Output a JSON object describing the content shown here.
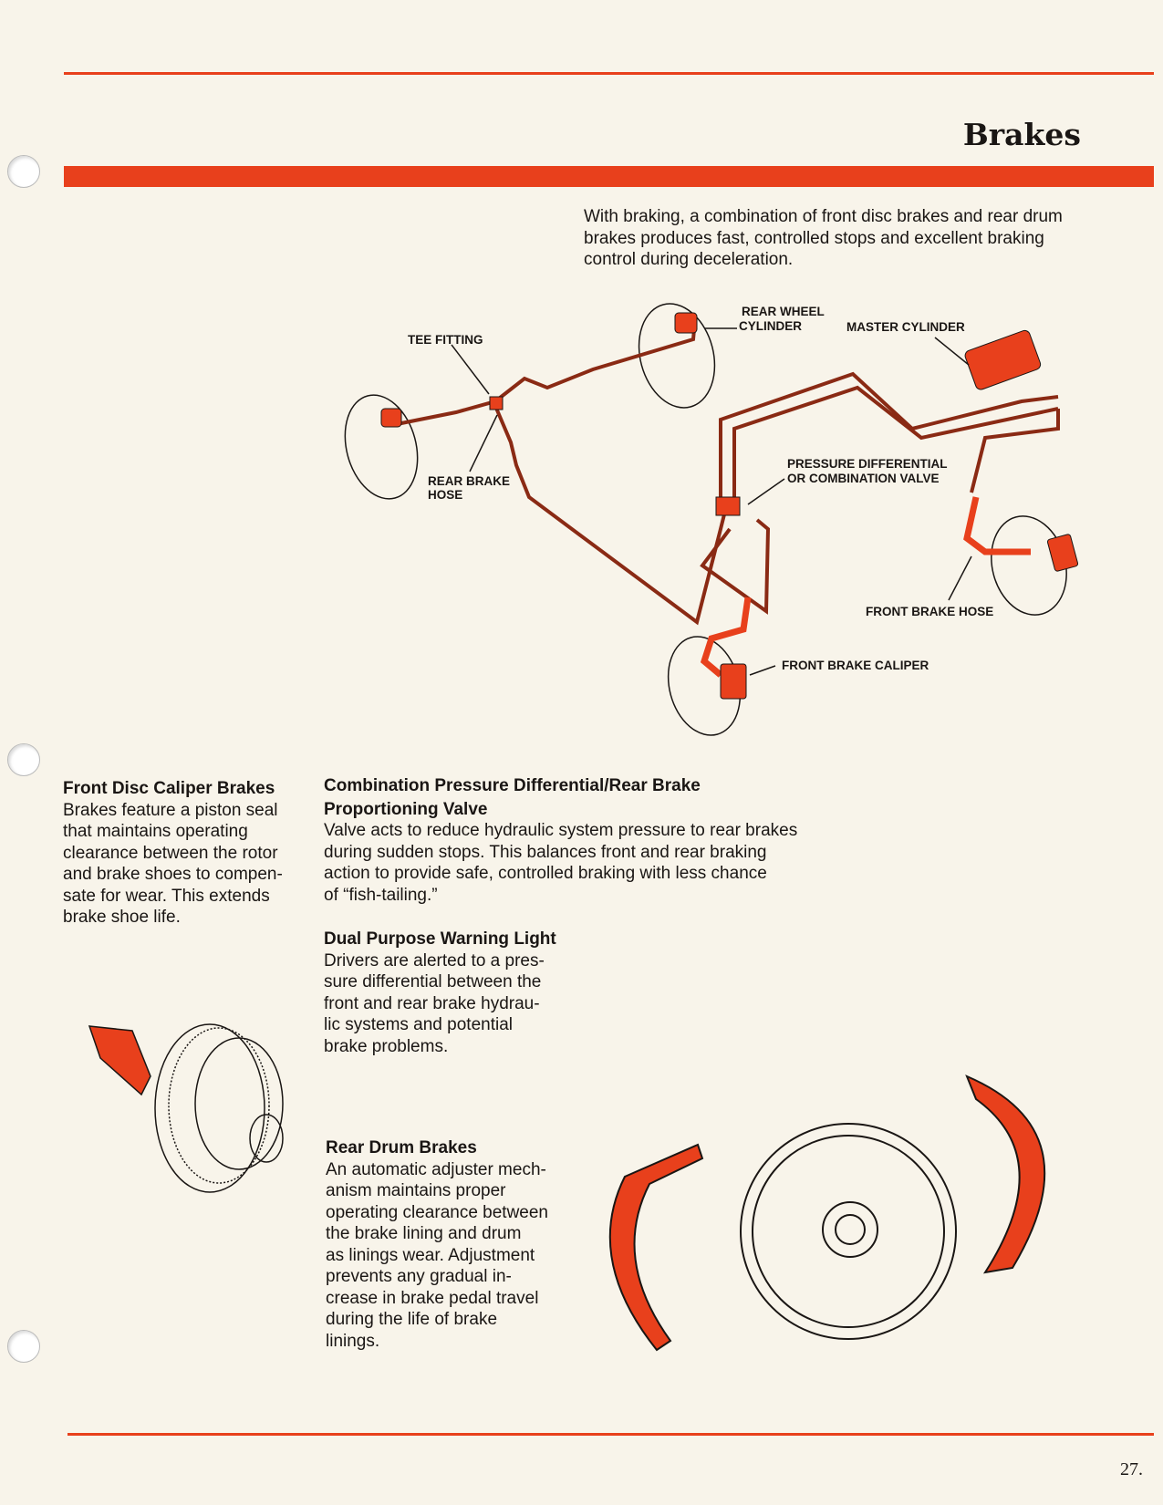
{
  "header": {
    "title": "Brakes"
  },
  "intro": "With braking, a combination of front disc brakes and rear drum brakes produces fast, controlled stops and excellent braking control during deceleration.",
  "diagram_labels": {
    "tee_fitting": "TEE FITTING",
    "rear_wheel_cylinder_1": "REAR WHEEL",
    "rear_wheel_cylinder_2": "CYLINDER",
    "master_cylinder": "MASTER CYLINDER",
    "rear_brake_hose_1": "REAR BRAKE",
    "rear_brake_hose_2": "HOSE",
    "pressure_valve_1": "PRESSURE DIFFERENTIAL",
    "pressure_valve_2": "OR COMBINATION VALVE",
    "front_brake_hose": "FRONT BRAKE HOSE",
    "front_brake_caliper": "FRONT BRAKE CALIPER"
  },
  "sections": [
    {
      "heading": "Front Disc Caliper Brakes",
      "lines": [
        "Brakes feature a piston seal",
        "that maintains operating",
        "clearance between the rotor",
        "and brake shoes to compen-",
        "sate for wear. This extends",
        "brake shoe life."
      ]
    },
    {
      "heading_lines": [
        "Combination Pressure Differential/Rear Brake",
        "Proportioning Valve"
      ],
      "lines": [
        "Valve acts to reduce hydraulic system pressure to rear brakes",
        "during sudden stops. This balances front and rear braking",
        "action to provide safe, controlled braking with less chance",
        "of “fish-tailing.”"
      ]
    },
    {
      "heading": "Dual Purpose Warning Light",
      "lines": [
        "Drivers are alerted to a pres-",
        "sure differential between the",
        "front and rear brake hydrau-",
        "lic systems and potential",
        "brake problems."
      ]
    },
    {
      "heading": "Rear Drum Brakes",
      "lines": [
        "An automatic adjuster mech-",
        "anism maintains proper",
        "operating clearance between",
        "the brake lining and drum",
        "as linings wear. Adjustment",
        "prevents any gradual in-",
        "crease in brake pedal travel",
        "during the life of brake",
        "linings."
      ]
    }
  ],
  "footer": {
    "page_number": "27."
  },
  "colors": {
    "accent": "#e8401c"
  }
}
